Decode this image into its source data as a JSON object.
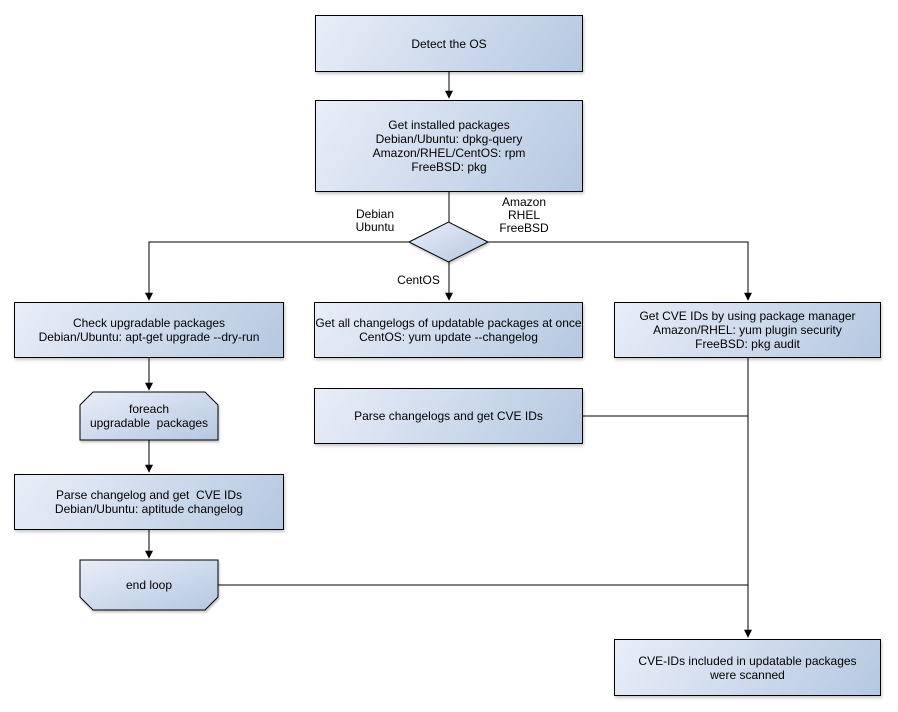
{
  "diagram": {
    "type": "flowchart",
    "background": "#ffffff",
    "colors": {
      "node_fill_light": "#e9eef8",
      "node_fill_dark": "#b5c8e1",
      "node_border": "#000000",
      "connector": "#000000",
      "text": "#000000"
    },
    "nodes": {
      "detect_os": {
        "lines": [
          "Detect the OS"
        ]
      },
      "get_installed_packages": {
        "lines": [
          "Get installed packages",
          "Debian/Ubuntu: dpkg-query",
          "Amazon/RHEL/CentOS: rpm",
          "FreeBSD: pkg"
        ]
      },
      "os_decision": {
        "lines": []
      },
      "check_upgradable": {
        "lines": [
          "Check upgradable packages",
          "Debian/Ubuntu: apt-get upgrade --dry-run"
        ]
      },
      "foreach_loop": {
        "lines": [
          "foreach",
          "upgradable  packages"
        ]
      },
      "parse_changelog": {
        "lines": [
          "Parse changelog and get  CVE IDs",
          "Debian/Ubuntu: aptitude changelog"
        ]
      },
      "end_loop": {
        "lines": [
          "end loop"
        ]
      },
      "get_all_changelogs": {
        "lines": [
          "Get all changelogs of updatable packages at once",
          "CentOS: yum update --changelog"
        ]
      },
      "parse_changelogs": {
        "lines": [
          "Parse changelogs and get CVE IDs"
        ]
      },
      "get_cve_ids": {
        "lines": [
          "Get CVE IDs by using package manager",
          "Amazon/RHEL: yum plugin security",
          "FreeBSD: pkg audit"
        ]
      },
      "scan_result": {
        "lines": [
          "CVE-IDs included in updatable packages",
          "were scanned"
        ]
      }
    },
    "edge_labels": {
      "debian_branch": {
        "lines": [
          "Debian",
          "Ubuntu"
        ]
      },
      "rpm_branch": {
        "lines": [
          "Amazon",
          "RHEL",
          "FreeBSD"
        ]
      },
      "centos_branch": {
        "lines": [
          "CentOS"
        ]
      }
    }
  }
}
